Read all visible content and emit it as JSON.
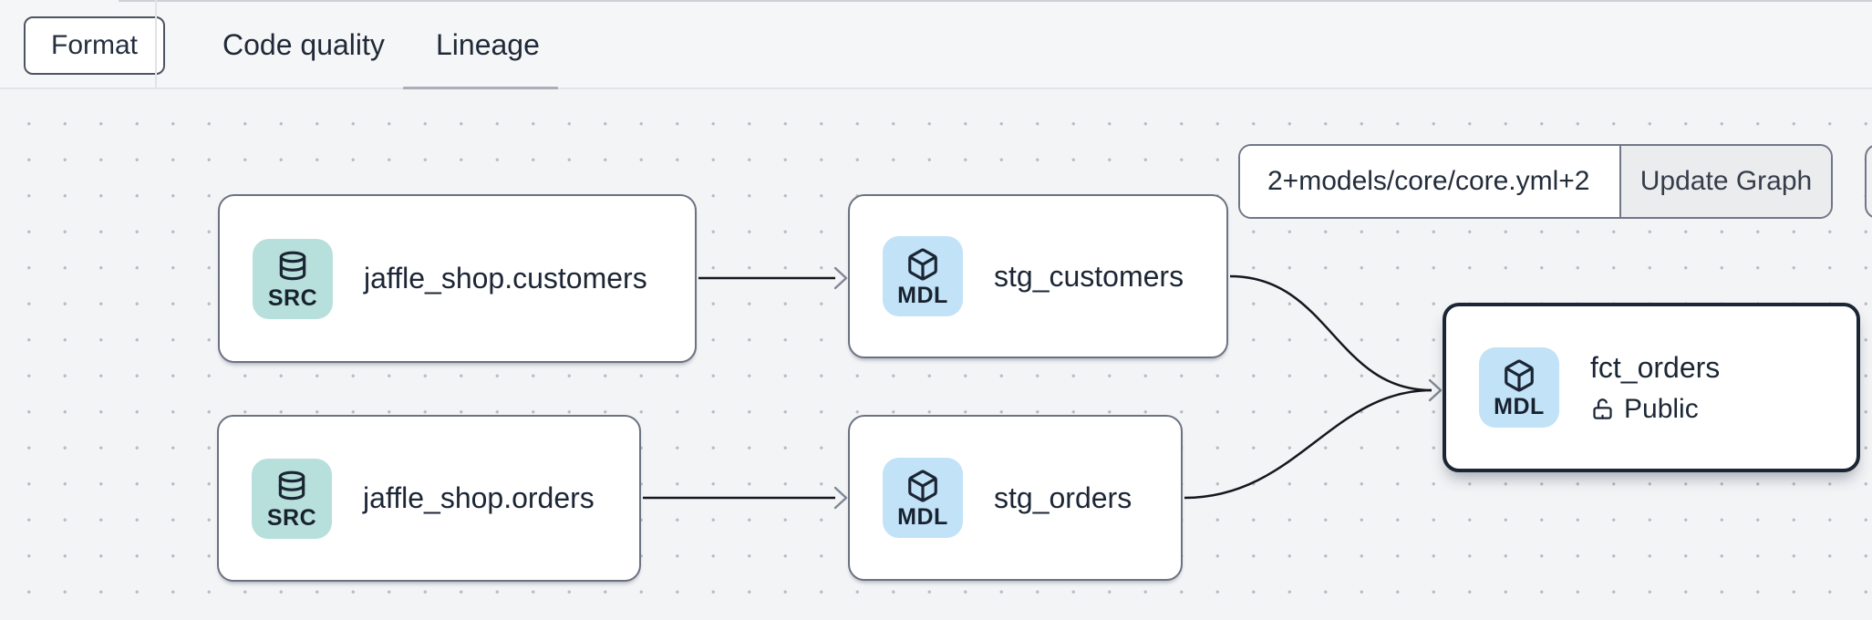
{
  "toolbar": {
    "format_button_label": "Format",
    "tabs": [
      {
        "label": "Code quality",
        "active": false
      },
      {
        "label": "Lineage",
        "active": true
      }
    ]
  },
  "controls": {
    "selector_value": "2+models/core/core.yml+2",
    "update_button_label": "Update Graph"
  },
  "graph": {
    "nodes": [
      {
        "id": "source-jaffle-shop-customers",
        "title": "jaffle_shop.customers",
        "badge_label": "SRC",
        "icon": "database-icon",
        "type": "source",
        "selected": false
      },
      {
        "id": "model-stg-customers",
        "title": "stg_customers",
        "badge_label": "MDL",
        "icon": "cube-icon",
        "type": "model",
        "selected": false
      },
      {
        "id": "source-jaffle-shop-orders",
        "title": "jaffle_shop.orders",
        "badge_label": "SRC",
        "icon": "database-icon",
        "type": "source",
        "selected": false
      },
      {
        "id": "model-stg-orders",
        "title": "stg_orders",
        "badge_label": "MDL",
        "icon": "cube-icon",
        "type": "model",
        "selected": false
      },
      {
        "id": "model-fct-orders",
        "title": "fct_orders",
        "subtitle": "Public",
        "subtitle_icon": "unlock-icon",
        "badge_label": "MDL",
        "icon": "cube-icon",
        "type": "model",
        "selected": true
      }
    ],
    "edges": [
      {
        "from": "source-jaffle-shop-customers",
        "to": "model-stg-customers"
      },
      {
        "from": "source-jaffle-shop-orders",
        "to": "model-stg-orders"
      },
      {
        "from": "model-stg-customers",
        "to": "model-fct-orders"
      },
      {
        "from": "model-stg-orders",
        "to": "model-fct-orders"
      }
    ]
  },
  "colors": {
    "topbar_bg": "#f5f6f7",
    "canvas_bg": "#f3f4f6",
    "canvas_dot": "#b8bcc6",
    "node_border": "#6b7280",
    "selected_node_border": "#1b2534",
    "src_badge_bg": "#b7dfdb",
    "mdl_badge_bg": "#c1e2f7",
    "edge_line": "#14171e",
    "arrowhead": "#7e8795",
    "text_primary": "#1c2635",
    "tab_underline": "#a9aeb8",
    "update_button_bg": "#ebecee"
  }
}
